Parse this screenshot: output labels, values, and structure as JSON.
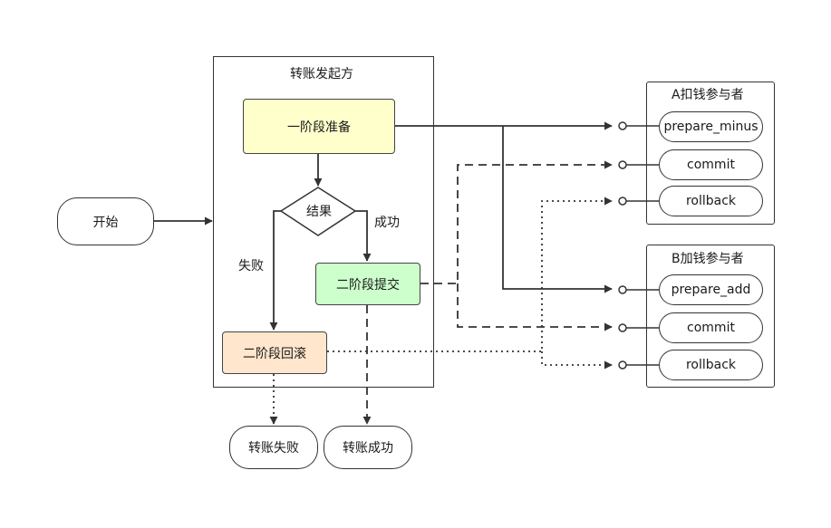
{
  "diagram": {
    "initiator": {
      "title": "转账发起方",
      "phase1": "一阶段准备",
      "decision": "结果",
      "phase2_commit": "二阶段提交",
      "phase2_rollback": "二阶段回滚"
    },
    "start": "开始",
    "edge_labels": {
      "success": "成功",
      "failure": "失败"
    },
    "results": {
      "fail": "转账失败",
      "success": "转账成功"
    },
    "participant_a": {
      "title": "A扣钱参与者",
      "methods": [
        "prepare_minus",
        "commit",
        "rollback"
      ]
    },
    "participant_b": {
      "title": "B加钱参与者",
      "methods": [
        "prepare_add",
        "commit",
        "rollback"
      ]
    },
    "colors": {
      "phase1_fill": "#ffffcc",
      "commit_fill": "#ccffcc",
      "rollback_fill": "#ffe6cc",
      "stroke": "#333333"
    }
  }
}
